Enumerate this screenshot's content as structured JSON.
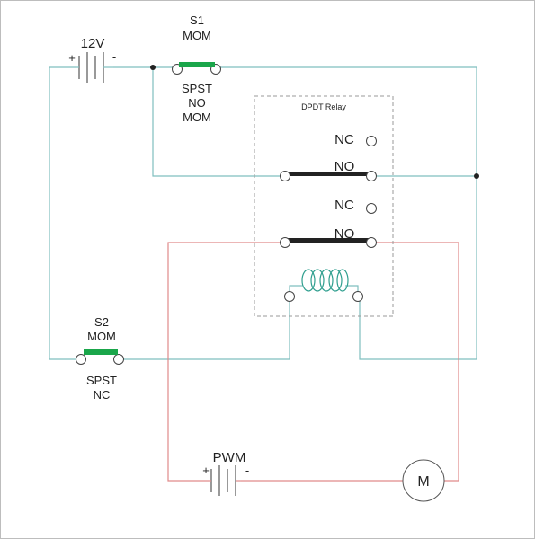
{
  "battery": {
    "label": "12V",
    "plus": "+",
    "minus": "-"
  },
  "s1": {
    "name": "S1",
    "type": "MOM",
    "desc_line1": "SPST",
    "desc_line2": "NO",
    "desc_line3": "MOM"
  },
  "s2": {
    "name": "S2",
    "type": "MOM",
    "desc_line1": "SPST",
    "desc_line2": "NC"
  },
  "relay": {
    "title": "DPDT Relay",
    "nc_top": "NC",
    "no_top": "NO",
    "nc_bottom": "NC",
    "no_bottom": "NO"
  },
  "pwm": {
    "label": "PWM",
    "plus": "+",
    "minus": "-"
  },
  "motor": {
    "label": "M"
  },
  "colors": {
    "control_wire": "#7fbfbf",
    "power_wire": "#e08a8a",
    "switch_bar": "#1aa64a",
    "contact_bar": "#222222",
    "relay_border": "#9a9a9a",
    "frame": "#bdbdbd"
  }
}
